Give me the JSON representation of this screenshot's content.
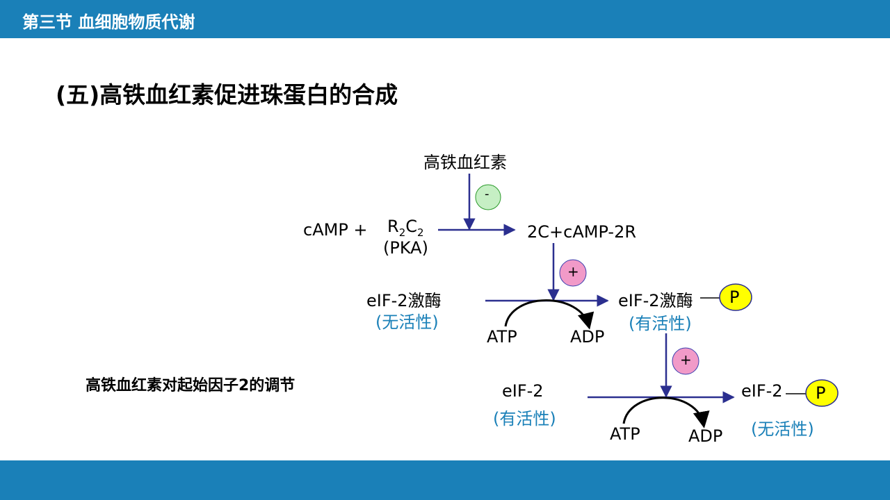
{
  "header": {
    "section_title": "第三节 血细胞物质代谢"
  },
  "slide": {
    "title": "(五)高铁血红素促进珠蛋白的合成",
    "caption": "高铁血红素对起始因子2的调节"
  },
  "diagram": {
    "hemin": "高铁血红素",
    "inhibit_sign": "-",
    "camp": "cAMP +",
    "r": "R",
    "r_sub": "2",
    "c": "C",
    "c_sub": "2",
    "pka": "(PKA)",
    "products": "2C+cAMP-2R",
    "activate_sign_1": "+",
    "eif2_kinase_in": "eIF-2激酶",
    "inactive_1": "(无活性)",
    "eif2_kinase_out": "eIF-2激酶",
    "p_1": "P",
    "active_1": "(有活性)",
    "atp_1": "ATP",
    "adp_1": "ADP",
    "activate_sign_2": "+",
    "eif2_in": "eIF-2",
    "active_2": "(有活性)",
    "eif2_out": "eIF-2",
    "p_2": "P",
    "inactive_2": "(无活性)",
    "atp_2": "ATP",
    "adp_2": "ADP"
  },
  "colors": {
    "bar": "#1a80b8",
    "arrow": "#2b2f8f",
    "inhibit_circle": "#c6efc4",
    "activate_circle": "#f19ac8",
    "phosphate": "#ffff00",
    "status_text": "#1a80b8"
  }
}
